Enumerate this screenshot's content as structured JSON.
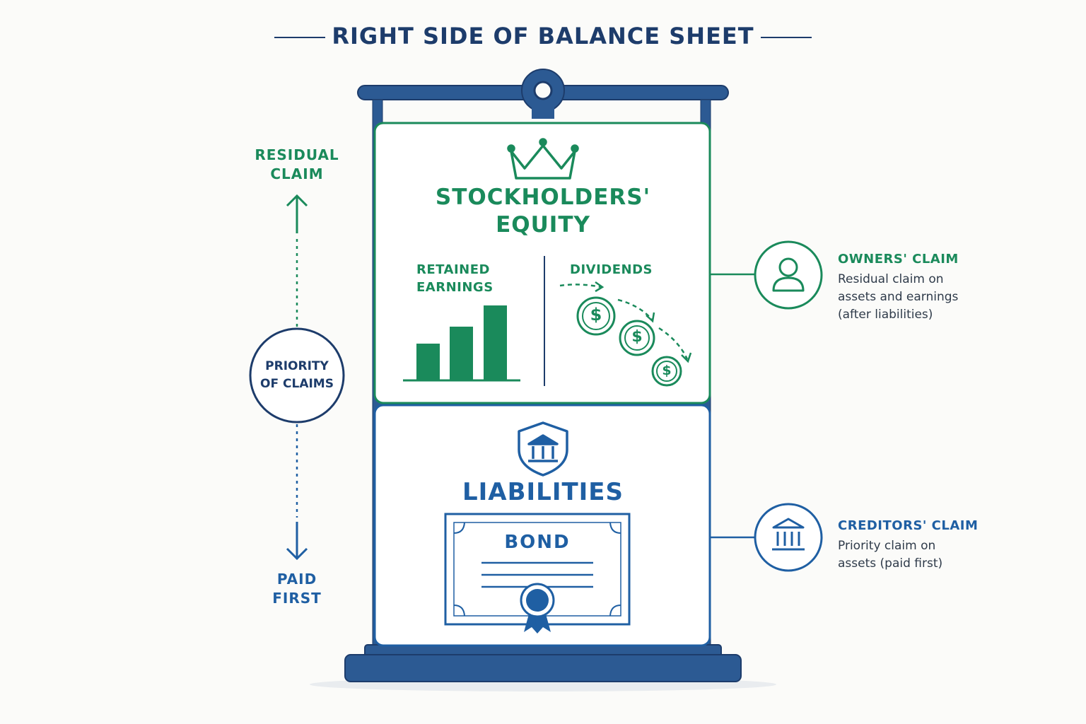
{
  "title": "RIGHT SIDE OF BALANCE SHEET",
  "colors": {
    "equity_green": "#1a8a5b",
    "liability_blue": "#1f5fa3",
    "frame_navy": "#2c5a93",
    "heading_navy": "#1d3c6b",
    "background": "#fbfbf9"
  },
  "priority": {
    "top_label": "RESIDUAL\nCLAIM",
    "circle_label": "PRIORITY\nOF CLAIMS",
    "bottom_label": "PAID\nFIRST"
  },
  "equity": {
    "icon": "crown-icon",
    "heading": "STOCKHOLDERS'\nEQUITY",
    "retained_earnings_label": "RETAINED\nEARNINGS",
    "retained_earnings_trend": [
      1,
      2,
      3
    ],
    "dividends_label": "DIVIDENDS",
    "dividend_coin_symbol": "$"
  },
  "liabilities": {
    "icon": "bank-shield-icon",
    "heading": "LIABILITIES",
    "bond_label": "BOND",
    "bond_seal_icon": "ribbon-seal-icon"
  },
  "owners_claim": {
    "icon": "person-icon",
    "title": "OWNERS' CLAIM",
    "description": "Residual claim on\nassets and earnings\n(after liabilities)"
  },
  "creditors_claim": {
    "icon": "bank-icon",
    "title": "CREDITORS' CLAIM",
    "description": "Priority claim on\nassets (paid first)"
  }
}
